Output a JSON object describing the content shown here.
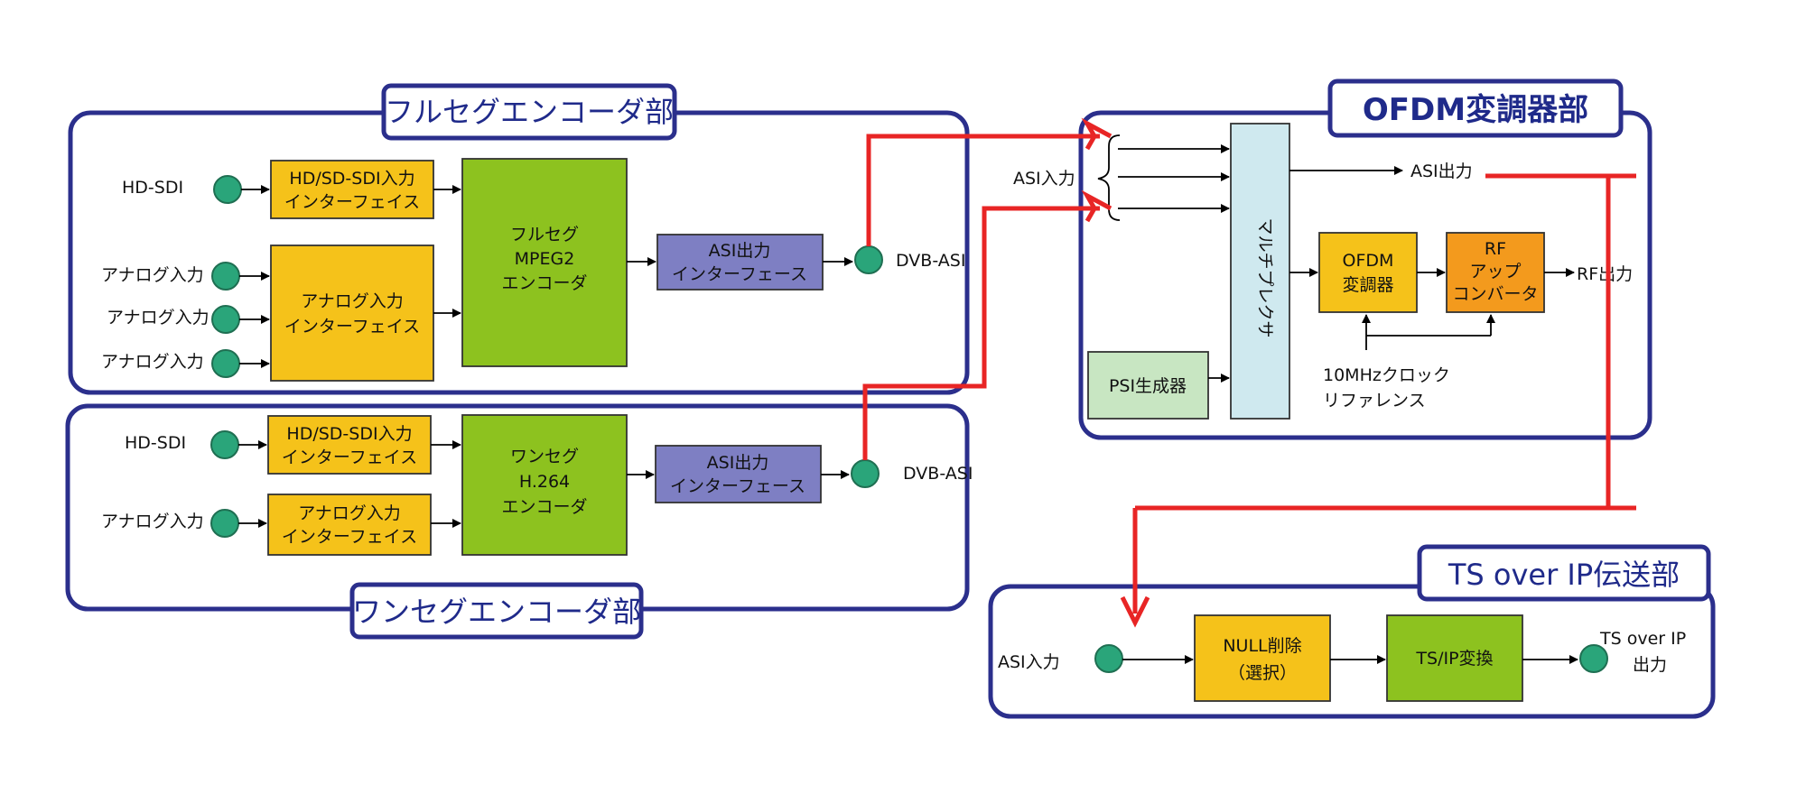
{
  "sections": {
    "fullseg": "フルセグエンコーダ部",
    "oneseg": "ワンセグエンコーダ部",
    "ofdm": "OFDM変調器部",
    "tsip": "TS over IP伝送部"
  },
  "labels": {
    "hd_sdi": "HD-SDI",
    "analog_in": "アナログ入力",
    "dvb_asi": "DVB-ASI",
    "asi_in": "ASI入力",
    "asi_out": "ASI出力",
    "rf_out": "RF出力",
    "clock_ref": [
      "10MHzクロック",
      "リファレンス"
    ],
    "ts_ip_out": [
      "TS over IP",
      "出力"
    ]
  },
  "blocks": {
    "hdsdi_if": [
      "HD/SD-SDI入力",
      "インターフェイス"
    ],
    "analog_if": [
      "アナログ入力",
      "インターフェイス"
    ],
    "fullseg_enc": [
      "フルセグ",
      "MPEG2",
      "エンコーダ"
    ],
    "asi_out_if": [
      "ASI出力",
      "インターフェース"
    ],
    "oneseg_enc": [
      "ワンセグ",
      "H.264",
      "エンコーダ"
    ],
    "mux": "マルチプレクサ",
    "psi": "PSI生成器",
    "ofdm_mod": [
      "OFDM",
      "変調器"
    ],
    "rf_up": [
      "RF",
      "アップ",
      "コンバータ"
    ],
    "null_del": [
      "NULL削除",
      "（選択）"
    ],
    "tsip_conv": "TS/IP変換"
  },
  "colors": {
    "frame": "#2b2f8c",
    "yellow": "#f5c21a",
    "green": "#8dc21f",
    "purple": "#7e7fc3",
    "mux": "#cfe9ef",
    "psi": "#c8e6c2",
    "orange": "#f39a1d",
    "node": "#2aa57a",
    "signal": "#e82525"
  }
}
